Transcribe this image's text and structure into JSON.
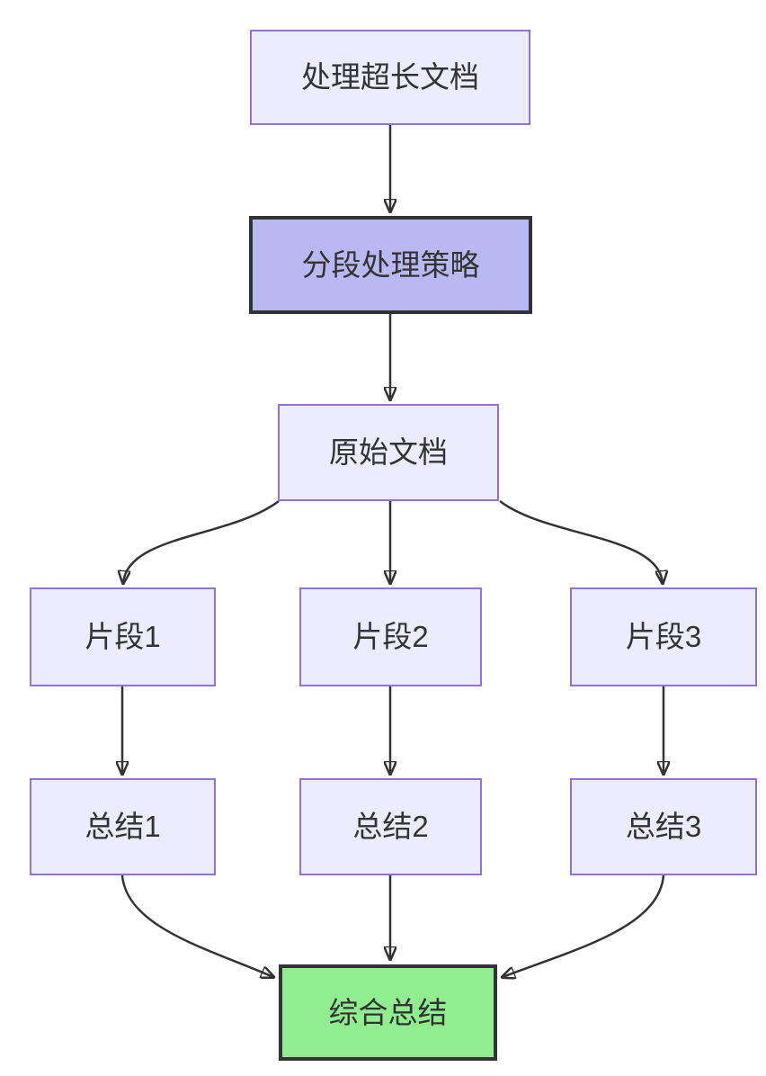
{
  "diagram": {
    "type": "flowchart",
    "direction": "top-down",
    "nodes": [
      {
        "id": "A",
        "label": "处理超长文档",
        "style": "default"
      },
      {
        "id": "B",
        "label": "分段处理策略",
        "style": "highlight"
      },
      {
        "id": "C",
        "label": "原始文档",
        "style": "default"
      },
      {
        "id": "D1",
        "label": "片段1",
        "style": "default"
      },
      {
        "id": "D2",
        "label": "片段2",
        "style": "default"
      },
      {
        "id": "D3",
        "label": "片段3",
        "style": "default"
      },
      {
        "id": "E1",
        "label": "总结1",
        "style": "default"
      },
      {
        "id": "E2",
        "label": "总结2",
        "style": "default"
      },
      {
        "id": "E3",
        "label": "总结3",
        "style": "default"
      },
      {
        "id": "F",
        "label": "综合总结",
        "style": "final"
      }
    ],
    "edges": [
      {
        "from": "处理超长文档",
        "to": "分段处理策略"
      },
      {
        "from": "分段处理策略",
        "to": "原始文档"
      },
      {
        "from": "原始文档",
        "to": "片段1"
      },
      {
        "from": "原始文档",
        "to": "片段2"
      },
      {
        "from": "原始文档",
        "to": "片段3"
      },
      {
        "from": "片段1",
        "to": "总结1"
      },
      {
        "from": "片段2",
        "to": "总结2"
      },
      {
        "from": "片段3",
        "to": "总结3"
      },
      {
        "from": "总结1",
        "to": "综合总结"
      },
      {
        "from": "总结2",
        "to": "综合总结"
      },
      {
        "from": "总结3",
        "to": "综合总结"
      }
    ],
    "colors": {
      "background": "#ffffff",
      "node_fill": "#ECECFF",
      "node_border": "#9370DB",
      "highlight_fill": "#b8b8f2",
      "highlight_border": "#333333",
      "final_fill": "#90EE90",
      "final_border": "#333333",
      "edge": "#333333",
      "text": "#333333"
    }
  }
}
